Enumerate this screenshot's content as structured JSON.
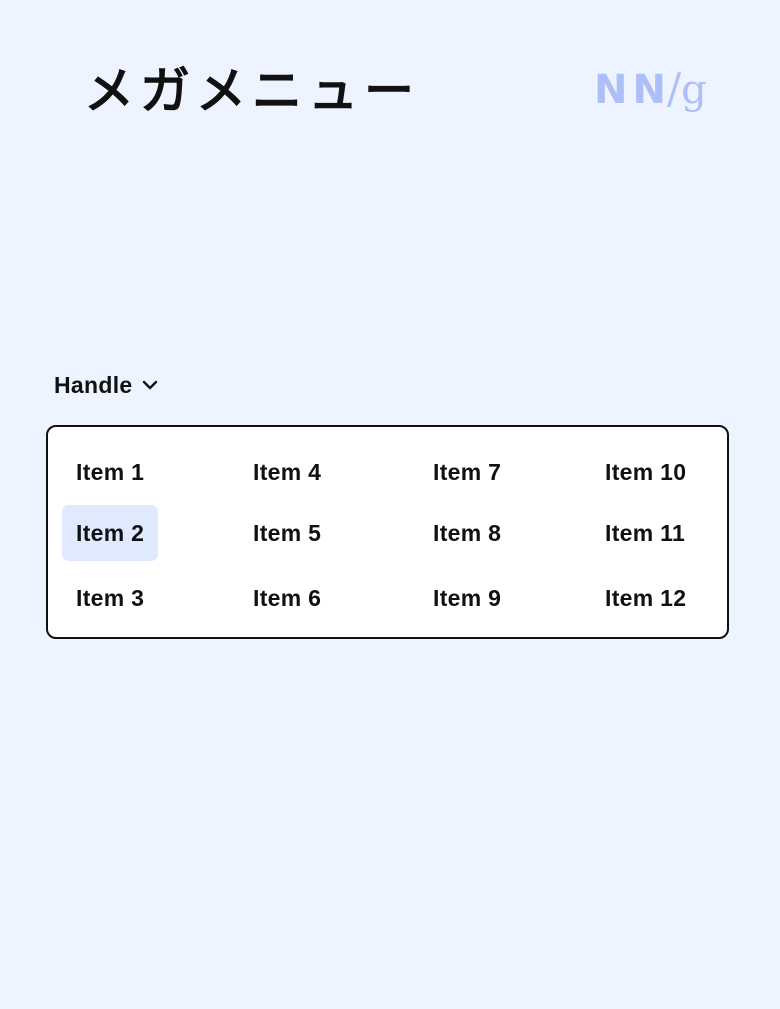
{
  "header": {
    "title": "メガメニュー",
    "logo": {
      "nn": "NN",
      "slash": "/",
      "g": "g",
      "color": "#aebff7"
    }
  },
  "menu": {
    "handle_label": "Handle",
    "handle_icon": "chevron-down-icon",
    "highlighted_item": "Item 2",
    "highlight_color": "#dfeaff",
    "columns": [
      [
        "Item 1",
        "Item 2",
        "Item 3"
      ],
      [
        "Item 4",
        "Item 5",
        "Item 6"
      ],
      [
        "Item 7",
        "Item 8",
        "Item 9"
      ],
      [
        "Item 10",
        "Item 11",
        "Item 12"
      ]
    ]
  }
}
